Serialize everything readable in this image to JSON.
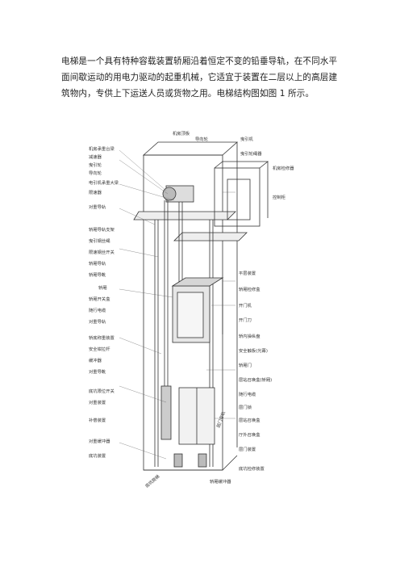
{
  "document": {
    "paragraph": "电梯是一个具有特种容载装置轿厢沿着恒定不变的铅垂导轨，在不同水平面间歇运动的用电力驱动的起重机械，它适宜于装置在二层以上的高层建筑物内，专供上下运送人员或货物之用。电梯结构图如图 1 所示。"
  },
  "figure": {
    "top_labels": [
      "机房顶板",
      "导向轮",
      "曳引机",
      "曳引轮绳器",
      "机房检修器",
      "控制柜"
    ],
    "left_labels": [
      "机房承重台梁",
      "减速器",
      "曳引轮",
      "导向轮",
      "电引机承重大梁",
      "限速器",
      "对重导轨",
      "轿厢导轨支架",
      "曳引钢丝绳",
      "限速钢丝开关",
      "轿厢导轨",
      "轿厢导靴",
      "轿厢",
      "轿厢开关盒",
      "随行电缆",
      "对重导轨",
      "轿底称重装置",
      "安全钳拉杆",
      "缓冲器",
      "对重导靴",
      "底坑限位开关",
      "对重装置",
      "补偿装置",
      "对重缓冲器",
      "底坑装置"
    ],
    "right_labels": [
      "平层装置",
      "轿厢检修盒",
      "开门机",
      "开门刀",
      "轿内操纵盘",
      "安全触板(光幕)",
      "轿厢门",
      "层站召唤盒(轿厢)",
      "随行电缆",
      "层门锁",
      "层站召唤盒",
      "厅外召唤盒",
      "层门装置",
      "底坑检修装置"
    ],
    "bottom_labels": [
      "底坑爬梯",
      "轿厢缓冲器",
      "层门导轨"
    ]
  }
}
